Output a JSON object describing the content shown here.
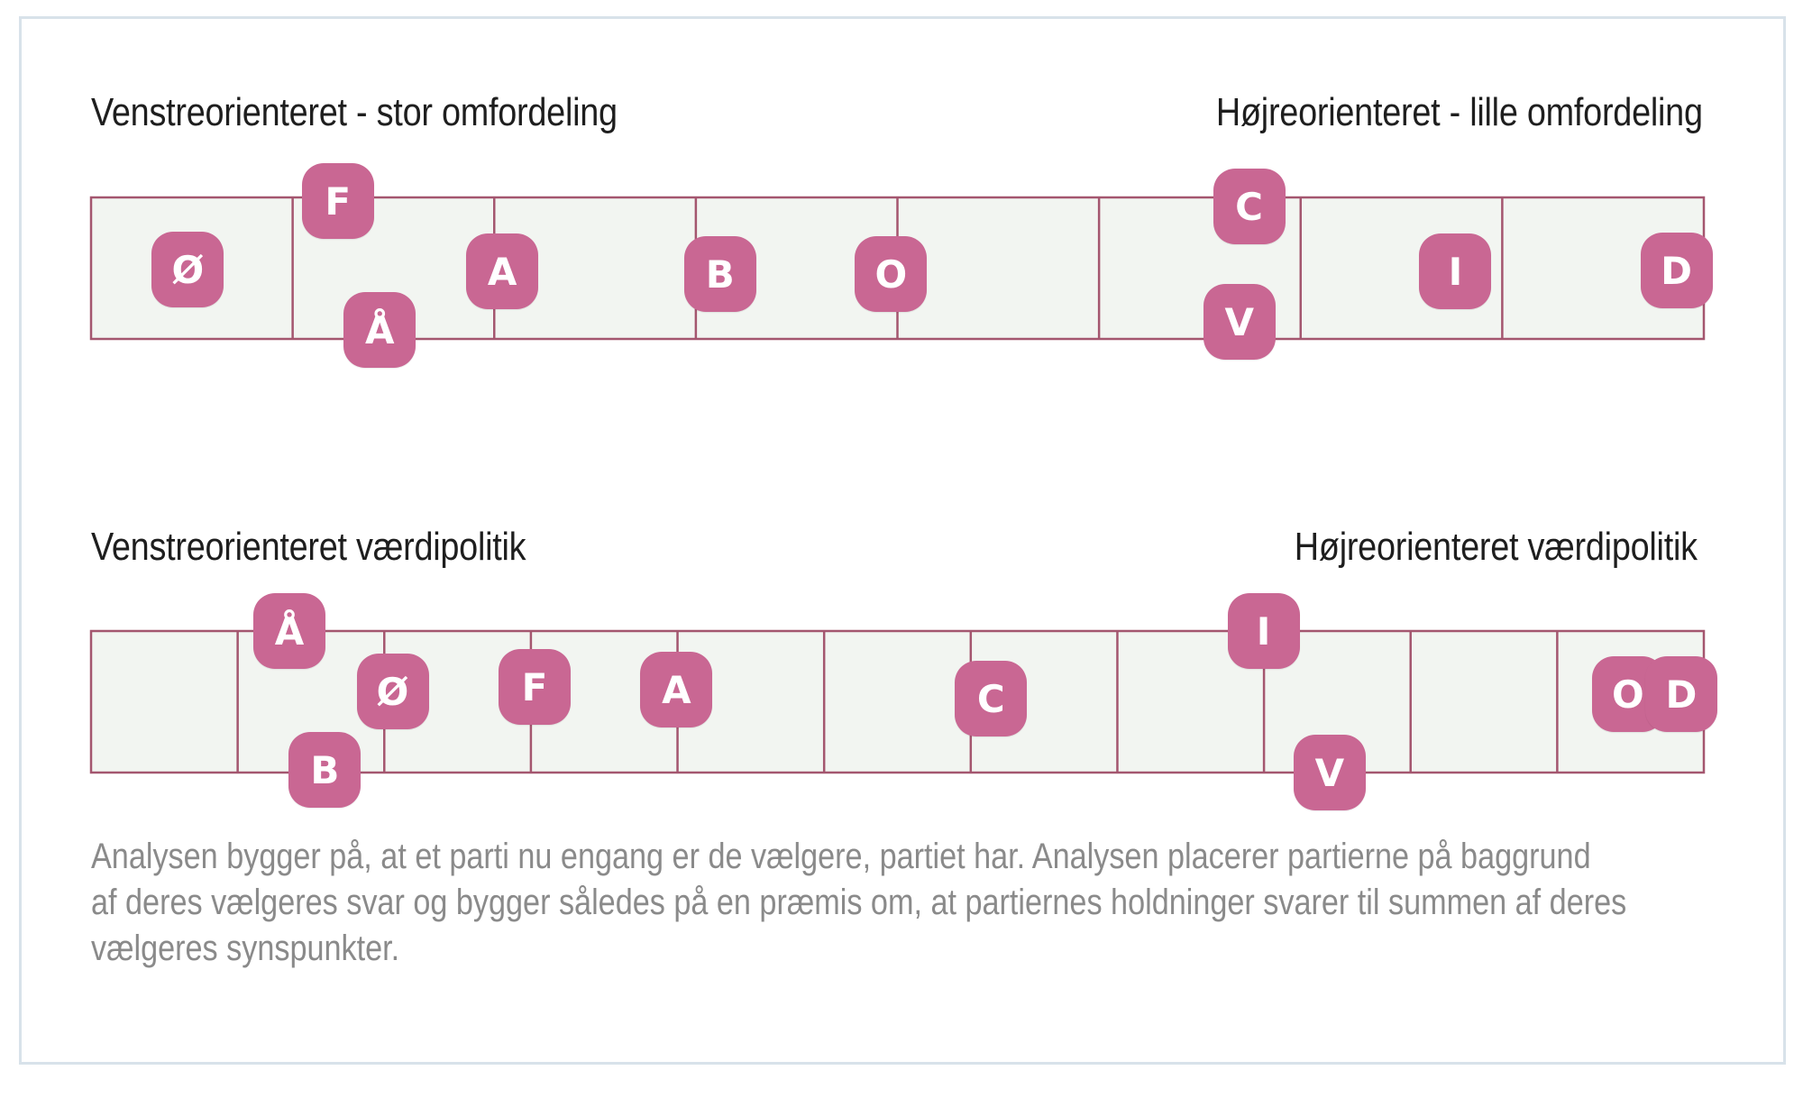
{
  "scales": [
    {
      "left_label": "Venstreorienteret - stor omfordeling",
      "right_label": "Højreorienteret - lille omfordeling",
      "segments": 8,
      "parties": [
        {
          "letter": "Ø",
          "position": 0.06
        },
        {
          "letter": "F",
          "position": 0.153
        },
        {
          "letter": "Å",
          "position": 0.179
        },
        {
          "letter": "A",
          "position": 0.255
        },
        {
          "letter": "B",
          "position": 0.39
        },
        {
          "letter": "O",
          "position": 0.496
        },
        {
          "letter": "C",
          "position": 0.718
        },
        {
          "letter": "V",
          "position": 0.712
        },
        {
          "letter": "I",
          "position": 0.846
        },
        {
          "letter": "D",
          "position": 0.983
        }
      ]
    },
    {
      "left_label": "Venstreorienteret værdipolitik",
      "right_label": "Højreorienteret værdipolitik",
      "segments": 11,
      "parties": [
        {
          "letter": "Å",
          "position": 0.123
        },
        {
          "letter": "Ø",
          "position": 0.187
        },
        {
          "letter": "B",
          "position": 0.145
        },
        {
          "letter": "F",
          "position": 0.275
        },
        {
          "letter": "A",
          "position": 0.363
        },
        {
          "letter": "C",
          "position": 0.558
        },
        {
          "letter": "I",
          "position": 0.727
        },
        {
          "letter": "V",
          "position": 0.768
        },
        {
          "letter": "O",
          "position": 0.953
        },
        {
          "letter": "D",
          "position": 0.986
        }
      ]
    }
  ],
  "note_lines": [
    "Analysen bygger på, at et parti nu engang er de vælgere, partiet har. Analysen placerer partierne på baggrund",
    "af deres vælgeres svar og bygger således på en præmis om, at partiernes holdninger svarer til summen af deres",
    "vælgeres synspunkter."
  ],
  "colors": {
    "badge": "#c96793",
    "bar_fill": "#f2f5f1",
    "bar_border": "#a4566f",
    "note_text": "#8a8a8a"
  }
}
